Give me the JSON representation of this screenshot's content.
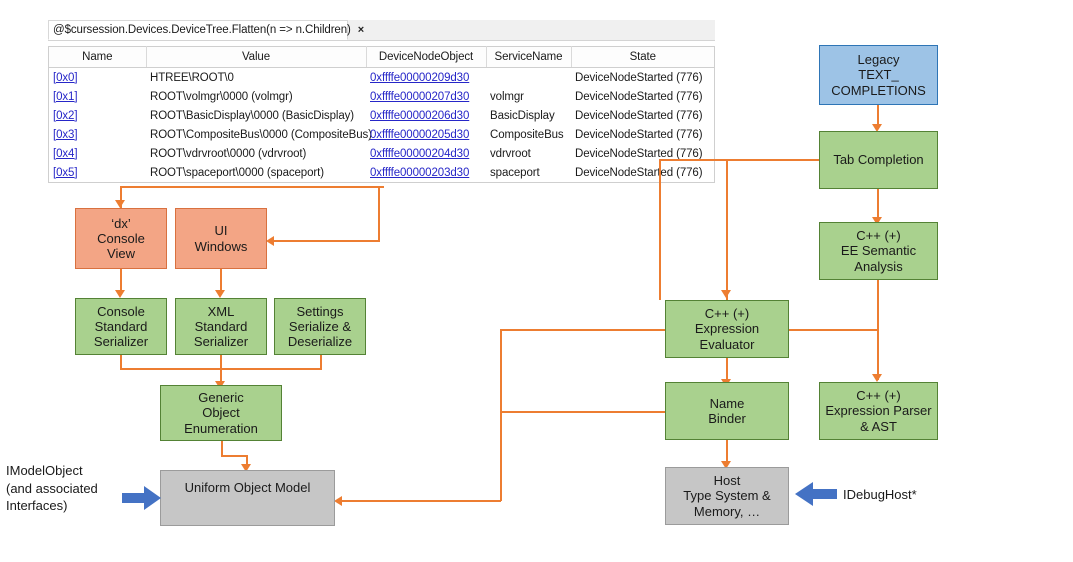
{
  "window": {
    "tab": {
      "title": "@$cursession.Devices.DeviceTree.Flatten(n => n.Children)",
      "close_label": "×"
    },
    "grid": {
      "columns": [
        "Name",
        "Value",
        "DeviceNodeObject",
        "ServiceName",
        "State"
      ],
      "rows": [
        {
          "name": "[0x0]",
          "value": "HTREE\\ROOT\\0",
          "device_node_object": "0xffffe00000209d30",
          "service_name": "",
          "state": "DeviceNodeStarted (776)"
        },
        {
          "name": "[0x1]",
          "value": "ROOT\\volmgr\\0000 (volmgr)",
          "device_node_object": "0xffffe00000207d30",
          "service_name": "volmgr",
          "state": "DeviceNodeStarted (776)"
        },
        {
          "name": "[0x2]",
          "value": "ROOT\\BasicDisplay\\0000 (BasicDisplay)",
          "device_node_object": "0xffffe00000206d30",
          "service_name": "BasicDisplay",
          "state": "DeviceNodeStarted (776)"
        },
        {
          "name": "[0x3]",
          "value": "ROOT\\CompositeBus\\0000 (CompositeBus)",
          "device_node_object": "0xffffe00000205d30",
          "service_name": "CompositeBus",
          "state": "DeviceNodeStarted (776)"
        },
        {
          "name": "[0x4]",
          "value": "ROOT\\vdrvroot\\0000 (vdrvroot)",
          "device_node_object": "0xffffe00000204d30",
          "service_name": "vdrvroot",
          "state": "DeviceNodeStarted (776)"
        },
        {
          "name": "[0x5]",
          "value": "ROOT\\spaceport\\0000 (spaceport)",
          "device_node_object": "0xffffe00000203d30",
          "service_name": "spaceport",
          "state": "DeviceNodeStarted (776)"
        }
      ]
    }
  },
  "diagram": {
    "nodes": {
      "dx_console_view": {
        "lines": [
          "‘dx’",
          "Console",
          "View"
        ],
        "color": "orange"
      },
      "ui_windows": {
        "lines": [
          "UI",
          "Windows"
        ],
        "color": "orange"
      },
      "console_serializer": {
        "lines": [
          "Console",
          "Standard",
          "Serializer"
        ],
        "color": "green"
      },
      "xml_serializer": {
        "lines": [
          "XML",
          "Standard",
          "Serializer"
        ],
        "color": "green"
      },
      "settings_serialize": {
        "lines": [
          "Settings",
          "Serialize &",
          "Deserialize"
        ],
        "color": "green"
      },
      "generic_object_enum": {
        "lines": [
          "Generic",
          "Object",
          "Enumeration"
        ],
        "color": "green"
      },
      "uniform_object_model": {
        "lines": [
          "Uniform Object Model"
        ],
        "color": "gray"
      },
      "legacy_text": {
        "lines": [
          "Legacy",
          "TEXT_",
          "COMPLETIONS"
        ],
        "color": "blue"
      },
      "tab_completion": {
        "lines": [
          "Tab Completion"
        ],
        "color": "green"
      },
      "ee_semantic": {
        "lines": [
          "C++ (+)",
          "EE Semantic",
          "Analysis"
        ],
        "color": "green"
      },
      "expression_eval": {
        "lines": [
          "C++ (+)",
          "Expression",
          "Evaluator"
        ],
        "color": "green"
      },
      "name_binder": {
        "lines": [
          "Name",
          "Binder"
        ],
        "color": "green"
      },
      "expression_parser": {
        "lines": [
          "C++ (+)",
          "Expression Parser",
          "& AST"
        ],
        "color": "green"
      },
      "host_type_system": {
        "lines": [
          "Host",
          "Type System &",
          "Memory, …"
        ],
        "color": "gray"
      }
    },
    "labels": {
      "imodelobject": [
        "IModelObject",
        "(and associated",
        "Interfaces)"
      ],
      "idebughost": "IDebugHost*"
    },
    "colors": {
      "orange_fill": "#f3a585",
      "orange_border": "#d9713f",
      "green_fill": "#a9d18e",
      "green_border": "#548235",
      "blue_fill": "#9dc3e6",
      "blue_border": "#2e75b6",
      "gray_fill": "#c6c6c6",
      "gray_border": "#9b9b9b",
      "connector": "#ed7d31",
      "interface_arrow": "#4472c4"
    }
  }
}
